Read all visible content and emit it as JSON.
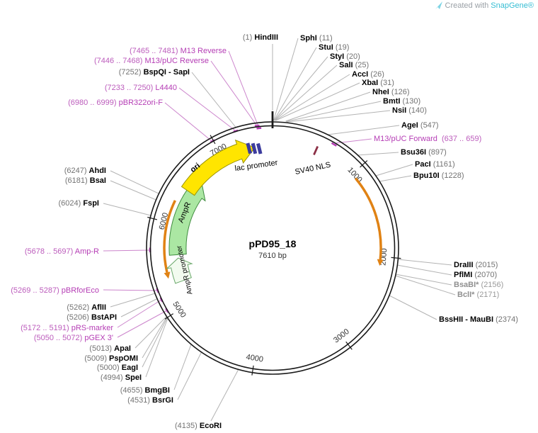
{
  "watermark": {
    "prefix": "Created with ",
    "brand": "SnapGene®"
  },
  "plasmid": {
    "name": "pPD95_18",
    "size": "7610 bp"
  },
  "ticks": [
    "1000",
    "2000",
    "3000",
    "4000",
    "5000",
    "6000",
    "7000"
  ],
  "features": {
    "ori": "ori",
    "lac_promoter": "lac promoter",
    "sv40_nls": "SV40 NLS",
    "ampr": "AmpR",
    "ampr_promoter": "AmpR promoter"
  },
  "colors": {
    "primer": "#B53DB5",
    "enzyme_position": "#737373",
    "blocked_enzyme": "#8f8f8f",
    "ori_fill": "#FFE500",
    "ampr_fill": "#ABE7A3",
    "misc_feature_arc": "#E08214",
    "brand": "#35BDD3"
  },
  "sites": [
    {
      "pos": "(1) ",
      "name": "HindIII",
      "kind": "enzyme"
    },
    {
      "name": "SphI",
      "pos": " (11)",
      "kind": "enzyme"
    },
    {
      "name": "StuI",
      "pos": " (19)",
      "kind": "enzyme"
    },
    {
      "name": "StyI",
      "pos": " (20)",
      "kind": "enzyme"
    },
    {
      "name": "SalI",
      "pos": " (25)",
      "kind": "enzyme"
    },
    {
      "name": "AccI",
      "pos": " (26)",
      "kind": "enzyme"
    },
    {
      "name": "XbaI",
      "pos": " (31)",
      "kind": "enzyme"
    },
    {
      "name": "NheI",
      "pos": " (126)",
      "kind": "enzyme"
    },
    {
      "name": "BmtI",
      "pos": " (130)",
      "kind": "enzyme"
    },
    {
      "name": "NsiI",
      "pos": " (140)",
      "kind": "enzyme"
    },
    {
      "name": "AgeI",
      "pos": " (547)",
      "kind": "enzyme"
    },
    {
      "name": "M13/pUC Forward",
      "pos": "  (637 .. 659)",
      "kind": "primer"
    },
    {
      "name": "Bsu36I",
      "pos": " (897)",
      "kind": "enzyme"
    },
    {
      "name": "PacI",
      "pos": " (1161)",
      "kind": "enzyme"
    },
    {
      "name": "Bpu10I",
      "pos": " (1228)",
      "kind": "enzyme"
    },
    {
      "name": "DraIII",
      "pos": " (2015)",
      "kind": "enzyme"
    },
    {
      "name": "PflMI",
      "pos": " (2070)",
      "kind": "enzyme"
    },
    {
      "name": "BsaBI*",
      "pos": " (2156)",
      "kind": "blocked"
    },
    {
      "name": "BclI*",
      "pos": " (2171)",
      "kind": "blocked"
    },
    {
      "name": "BssHII - MauBI",
      "pos": " (2374)",
      "kind": "enzyme"
    },
    {
      "pos": "(4135) ",
      "name": "EcoRI",
      "kind": "enzyme"
    },
    {
      "pos": "(4531) ",
      "name": "BsrGI",
      "kind": "enzyme"
    },
    {
      "pos": "(4655) ",
      "name": "BmgBI",
      "kind": "enzyme"
    },
    {
      "pos": "(4994) ",
      "name": "SpeI",
      "kind": "enzyme"
    },
    {
      "pos": "(5000) ",
      "name": "EagI",
      "kind": "enzyme"
    },
    {
      "pos": "(5009) ",
      "name": "PspOMI",
      "kind": "enzyme"
    },
    {
      "pos": "(5013) ",
      "name": "ApaI",
      "kind": "enzyme"
    },
    {
      "pos": "(5050 .. 5072) ",
      "name": "pGEX 3'",
      "kind": "primer"
    },
    {
      "pos": "(5172 .. 5191) ",
      "name": "pRS-marker",
      "kind": "primer"
    },
    {
      "pos": "(5206) ",
      "name": "BstAPI",
      "kind": "enzyme"
    },
    {
      "pos": "(5262) ",
      "name": "AflII",
      "kind": "enzyme"
    },
    {
      "pos": "(5269 .. 5287) ",
      "name": "pBRforEco",
      "kind": "primer"
    },
    {
      "pos": "(5678 .. 5697) ",
      "name": "Amp-R",
      "kind": "primer"
    },
    {
      "pos": "(6024) ",
      "name": "FspI",
      "kind": "enzyme"
    },
    {
      "pos": "(6181) ",
      "name": "BsaI",
      "kind": "enzyme"
    },
    {
      "pos": "(6247) ",
      "name": "AhdI",
      "kind": "enzyme"
    },
    {
      "pos": "(6980 .. 6999) ",
      "name": "pBR322ori-F",
      "kind": "primer"
    },
    {
      "pos": "(7233 .. 7250) ",
      "name": "L4440",
      "kind": "primer"
    },
    {
      "pos": "(7252) ",
      "name": "BspQI - SapI",
      "kind": "enzyme"
    },
    {
      "pos": "(7446 .. 7468) ",
      "name": "M13/pUC Reverse",
      "kind": "primer"
    },
    {
      "pos": "(7465 .. 7481) ",
      "name": "M13 Reverse",
      "kind": "primer"
    }
  ]
}
